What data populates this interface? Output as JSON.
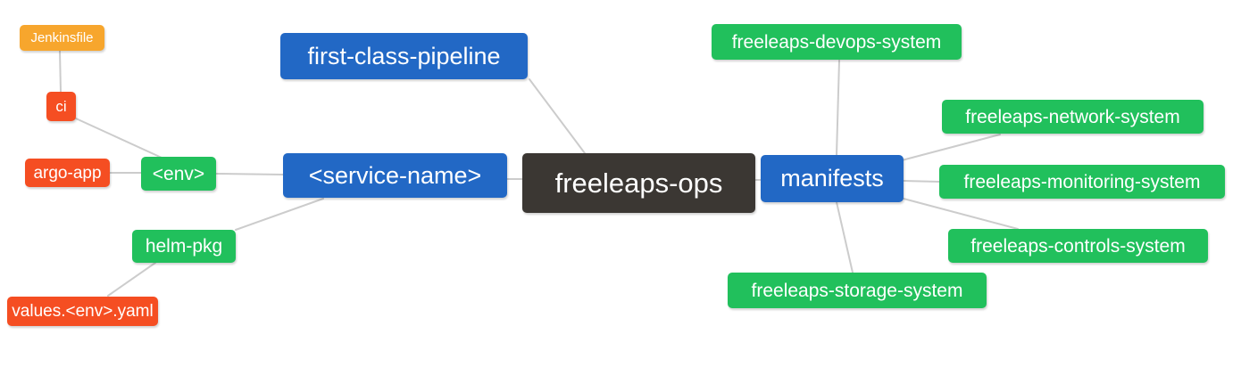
{
  "diagram": {
    "type": "mindmap",
    "root_id": "freeleaps-ops",
    "palette": {
      "blue": "#2268C5",
      "green": "#21C05C",
      "orange": "#F7A62D",
      "red": "#F54E22",
      "dark": "#3B3733",
      "edge": "#CCCCCC",
      "text": "#FFFFFF",
      "background": "#FFFFFF"
    },
    "nodes": {
      "jenkinsfile": {
        "label": "Jenkinsfile",
        "color": "#F7A62D"
      },
      "ci": {
        "label": "ci",
        "color": "#F54E22"
      },
      "argo_app": {
        "label": "argo-app",
        "color": "#F54E22"
      },
      "env": {
        "label": "<env>",
        "color": "#21C05C"
      },
      "helm_pkg": {
        "label": "helm-pkg",
        "color": "#21C05C"
      },
      "values_env_yaml": {
        "label": "values.<env>.yaml",
        "color": "#F54E22"
      },
      "first_class_pipeline": {
        "label": "first-class-pipeline",
        "color": "#2268C5"
      },
      "service_name": {
        "label": "<service-name>",
        "color": "#2268C5"
      },
      "freeleaps_ops": {
        "label": "freeleaps-ops",
        "color": "#3B3733"
      },
      "manifests": {
        "label": "manifests",
        "color": "#2268C5"
      },
      "devops_system": {
        "label": "freeleaps-devops-system",
        "color": "#21C05C"
      },
      "network_system": {
        "label": "freeleaps-network-system",
        "color": "#21C05C"
      },
      "monitoring_system": {
        "label": "freeleaps-monitoring-system",
        "color": "#21C05C"
      },
      "controls_system": {
        "label": "freeleaps-controls-system",
        "color": "#21C05C"
      },
      "storage_system": {
        "label": "freeleaps-storage-system",
        "color": "#21C05C"
      }
    },
    "edges": [
      {
        "from": "freeleaps_ops",
        "to": "first_class_pipeline"
      },
      {
        "from": "freeleaps_ops",
        "to": "service_name"
      },
      {
        "from": "freeleaps_ops",
        "to": "manifests"
      },
      {
        "from": "service_name",
        "to": "env"
      },
      {
        "from": "service_name",
        "to": "helm_pkg"
      },
      {
        "from": "env",
        "to": "ci"
      },
      {
        "from": "env",
        "to": "argo_app"
      },
      {
        "from": "ci",
        "to": "jenkinsfile"
      },
      {
        "from": "helm_pkg",
        "to": "values_env_yaml"
      },
      {
        "from": "manifests",
        "to": "devops_system"
      },
      {
        "from": "manifests",
        "to": "network_system"
      },
      {
        "from": "manifests",
        "to": "monitoring_system"
      },
      {
        "from": "manifests",
        "to": "controls_system"
      },
      {
        "from": "manifests",
        "to": "storage_system"
      }
    ]
  }
}
